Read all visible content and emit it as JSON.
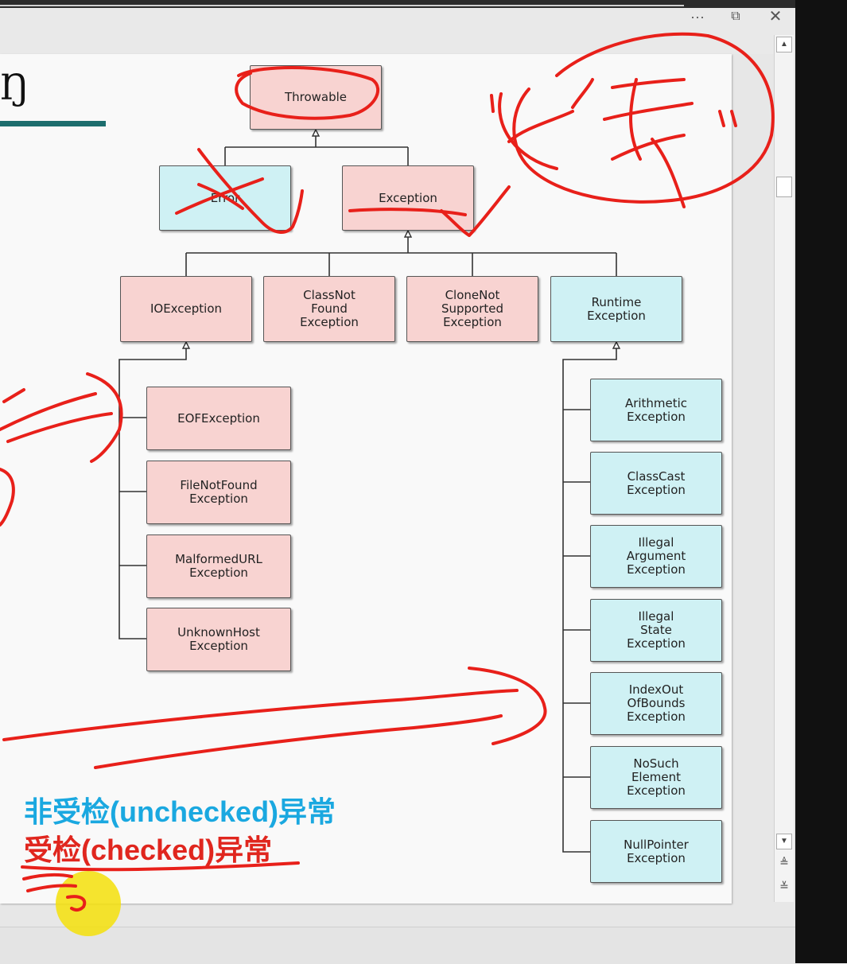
{
  "title_fragment": "Ŋ",
  "window_buttons": {
    "more": "···",
    "restore": "⧉",
    "close": "✕"
  },
  "scrollbar": {
    "up": "▲",
    "down": "▼",
    "prev_slide": "≜",
    "next_slide": "≚"
  },
  "diagram": {
    "throwable": "Throwable",
    "error": "Error",
    "exception": "Exception",
    "io": "IOException",
    "classnotfound": "ClassNot\nFound\nException",
    "clonenot": "CloneNot\nSupported\nException",
    "runtime": "Runtime\nException",
    "eof": "EOFException",
    "filenotfound": "FileNotFound\nException",
    "malformedurl": "MalformedURL\nException",
    "unknownhost": "UnknownHost\nException",
    "arithmetic": "Arithmetic\nException",
    "classcast": "ClassCast\nException",
    "illegalarg": "Illegal\nArgument\nException",
    "illegalstate": "Illegal\nState\nException",
    "indexout": "IndexOut\nOfBounds\nException",
    "nosuch": "NoSuch\nElement\nException",
    "nullpointer": "NullPointer\nException"
  },
  "legend": {
    "unchecked": "非受检(unchecked)异常",
    "checked": "受检(checked)异常"
  },
  "colors": {
    "checked_fill": "#f8d3d1",
    "unchecked_fill": "#cff1f4",
    "annotation": "#e8201a",
    "legend_unchecked": "#1aa8e0",
    "legend_checked": "#e0261e"
  },
  "icons": [
    "more-icon",
    "restore-icon",
    "close-icon",
    "scroll-up-icon",
    "scroll-down-icon"
  ]
}
